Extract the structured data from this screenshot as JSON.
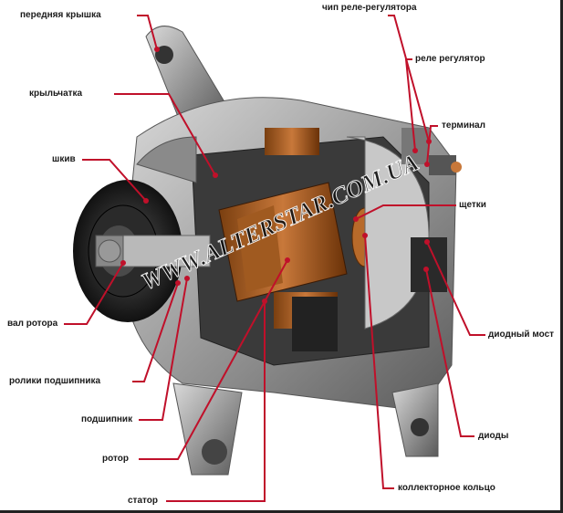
{
  "labels": {
    "front_cover": "передняя крышка",
    "impeller": "крыльчатка",
    "pulley": "шкив",
    "rotor_shaft": "вал ротора",
    "bearing_rollers": "ролики подшипника",
    "bearing": "подшипник",
    "rotor": "ротор",
    "stator": "статор",
    "regulator_chip": "чип реле-регулятора",
    "relay_regulator": "реле регулятор",
    "terminal": "терминал",
    "brushes": "щетки",
    "diode_bridge": "диодный мост",
    "diodes": "диоды",
    "slip_ring": "коллекторное кольцо"
  },
  "watermark": "WWW.ALTERSTAR.COM.UA",
  "colors": {
    "leader": "#c0102a",
    "label_text": "#1a1a1a",
    "background": "#ffffff"
  }
}
